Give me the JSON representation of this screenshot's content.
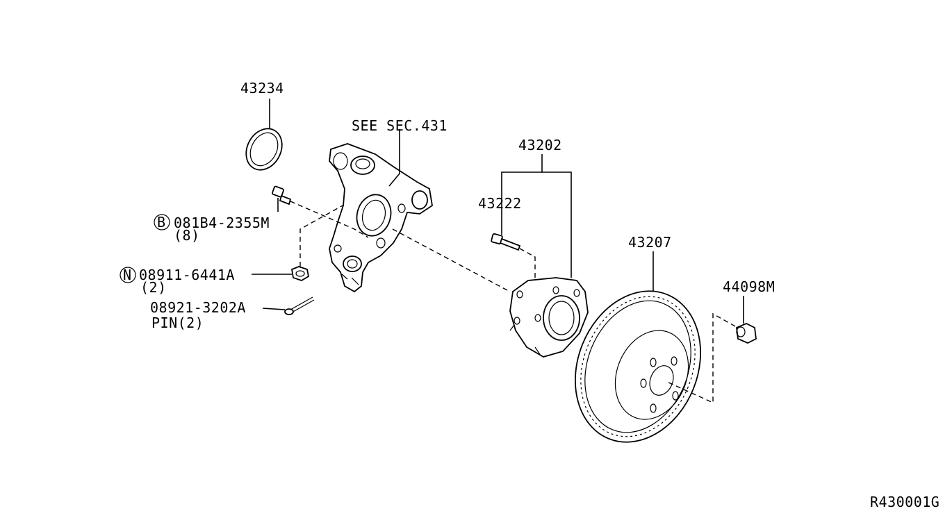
{
  "diagram_id": "R430001G",
  "labels": {
    "seal": "43234",
    "knuckle_ref": "SEE SEC.431",
    "hub_assembly": "43202",
    "hub_bolt": "43222",
    "rotor": "43207",
    "plug": "44098M",
    "bolt_prefix": "B",
    "bolt_part": "081B4-2355M",
    "bolt_qty": "(8)",
    "nut_prefix": "N",
    "nut_part": "08911-6441A",
    "nut_qty": "(2)",
    "pin_part": "08921-3202A",
    "pin_desc": "PIN(2)"
  }
}
